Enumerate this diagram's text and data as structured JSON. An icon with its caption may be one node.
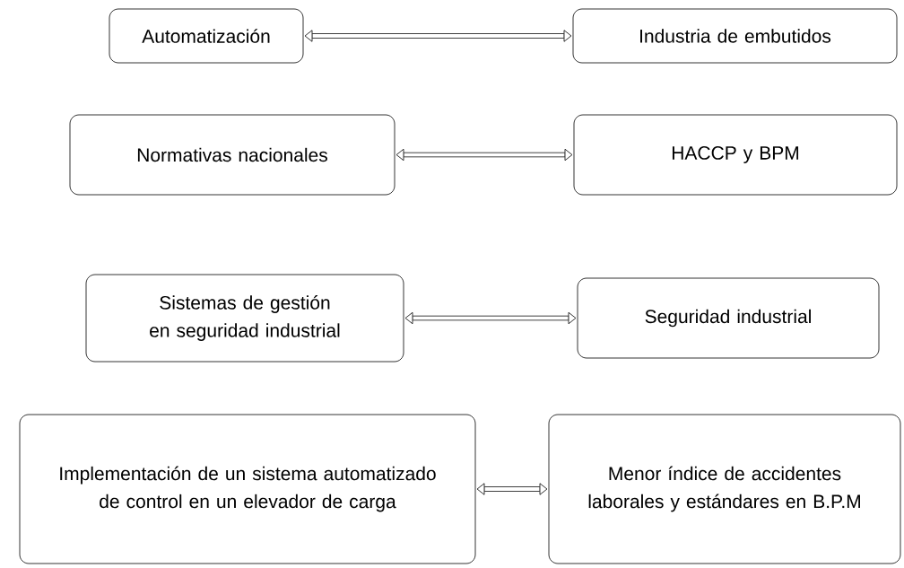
{
  "diagram": {
    "nodes": [
      {
        "text": [
          "Automatización"
        ]
      },
      {
        "text": [
          "Industria de embutidos"
        ]
      },
      {
        "text": [
          "Normativas nacionales"
        ]
      },
      {
        "text": [
          "HACCP y BPM"
        ]
      },
      {
        "text": [
          "Sistemas de gestión en seguridad industrial"
        ]
      },
      {
        "text": [
          "Seguridad industrial"
        ]
      },
      {
        "text": [
          "Implementación de un sistema automatizado de control en un elevador de carga"
        ]
      },
      {
        "text": [
          "Menor índice de accidentes laborales y estándares en B.P.M"
        ]
      }
    ],
    "edges": [
      {
        "from": 0,
        "to": 1,
        "arrow": "both"
      },
      {
        "from": 2,
        "to": 3,
        "arrow": "both"
      },
      {
        "from": 4,
        "to": 5,
        "arrow": "both"
      },
      {
        "from": 6,
        "to": 7,
        "arrow": "both"
      }
    ]
  }
}
